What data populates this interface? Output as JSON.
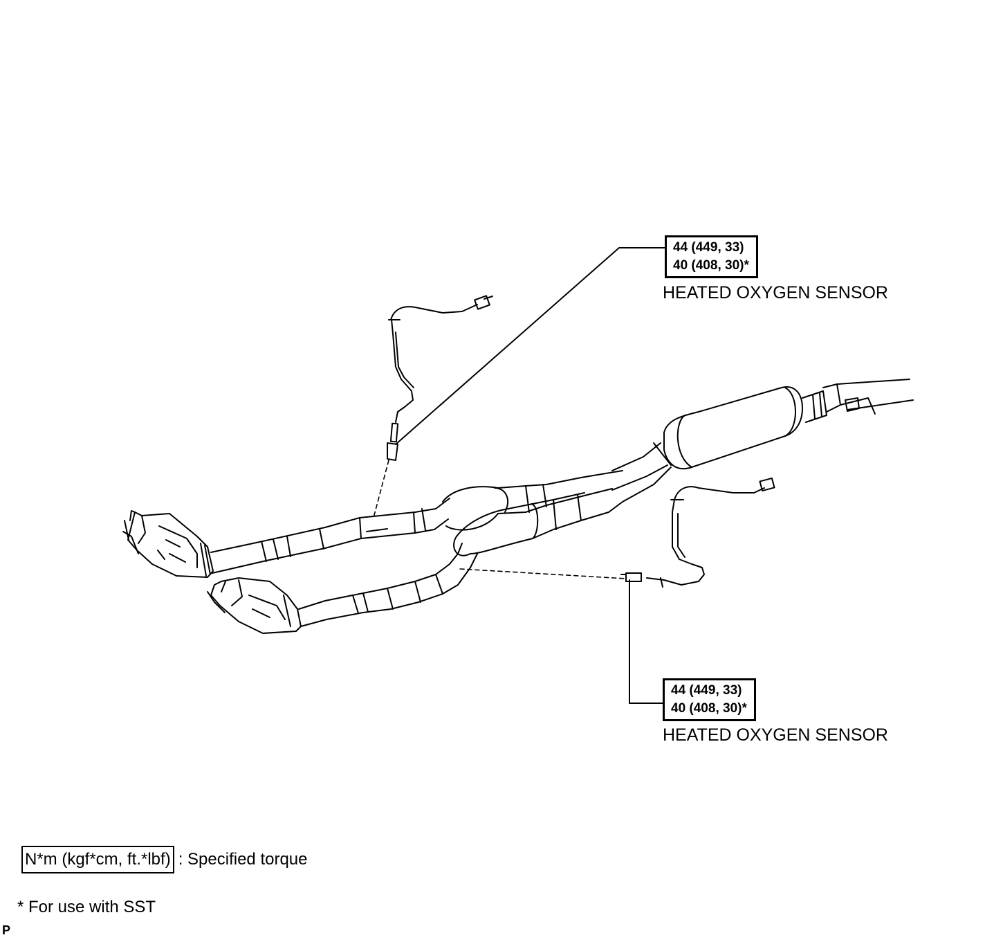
{
  "callouts": [
    {
      "torque_lines": [
        "44 (449, 33)",
        "40 (408, 30)*"
      ],
      "part_name": "HEATED OXYGEN SENSOR"
    },
    {
      "torque_lines": [
        "44 (449, 33)",
        "40 (408, 30)*"
      ],
      "part_name": "HEATED OXYGEN SENSOR"
    }
  ],
  "legend": {
    "unit_box": "N*m (kgf*cm, ft.*lbf)",
    "description": ": Specified torque"
  },
  "footnote": "* For use with SST",
  "corner_mark": "P"
}
